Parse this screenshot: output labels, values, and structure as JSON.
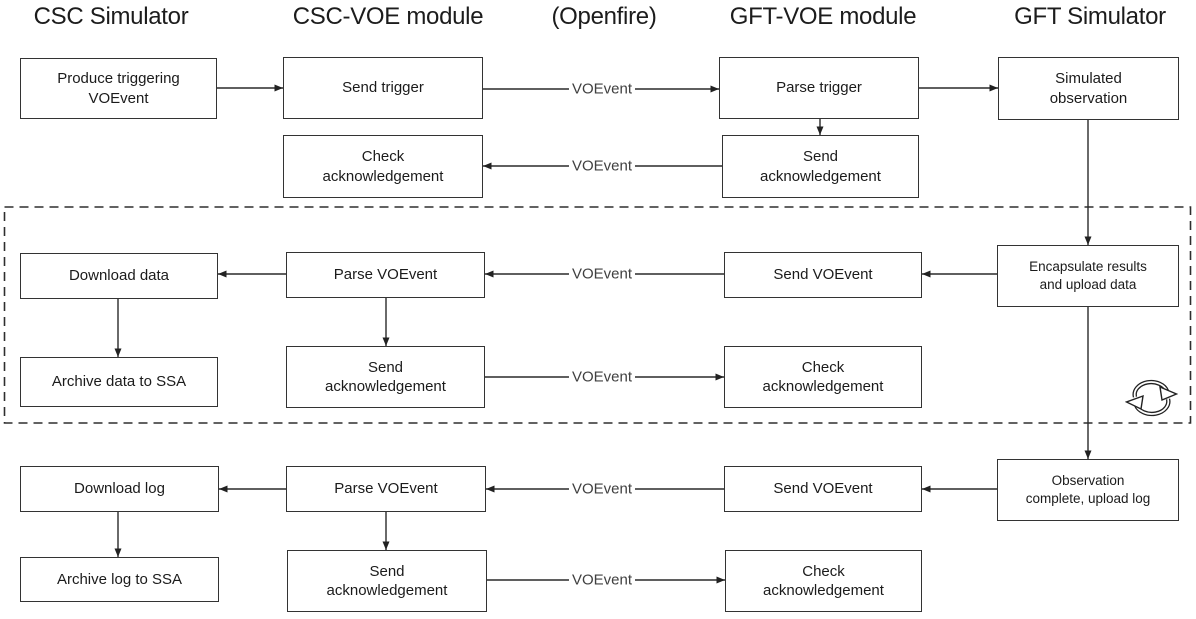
{
  "diagram": {
    "columns": [
      {
        "label": "CSC Simulator"
      },
      {
        "label": "CSC-VOE module"
      },
      {
        "label": "(Openfire)"
      },
      {
        "label": "GFT-VOE module"
      },
      {
        "label": "GFT Simulator"
      }
    ],
    "nodes": [
      {
        "id": "produce-triggering-voevent",
        "label": "Produce triggering VOEvent"
      },
      {
        "id": "send-trigger",
        "label": "Send trigger"
      },
      {
        "id": "parse-trigger",
        "label": "Parse trigger"
      },
      {
        "id": "simulated-observation",
        "label": "Simulated observation"
      },
      {
        "id": "check-acknowledgement-csc-trigger",
        "label": "Check acknowledgement"
      },
      {
        "id": "send-acknowledgement-gft-trigger",
        "label": "Send acknowledgement"
      },
      {
        "id": "download-data",
        "label": "Download data"
      },
      {
        "id": "parse-voevent-data",
        "label": "Parse VOEvent"
      },
      {
        "id": "send-voevent-data",
        "label": "Send VOEvent"
      },
      {
        "id": "encapsulate-results",
        "label": "Encapsulate results and upload data"
      },
      {
        "id": "archive-data-to-ssa",
        "label": "Archive data to SSA"
      },
      {
        "id": "send-acknowledgement-csc-data",
        "label": "Send acknowledgement"
      },
      {
        "id": "check-acknowledgement-gft-data",
        "label": "Check acknowledgement"
      },
      {
        "id": "download-log",
        "label": "Download log"
      },
      {
        "id": "parse-voevent-log",
        "label": "Parse VOEvent"
      },
      {
        "id": "send-voevent-log",
        "label": "Send VOEvent"
      },
      {
        "id": "observation-complete",
        "label": "Observation complete, upload log"
      },
      {
        "id": "archive-log-to-ssa",
        "label": "Archive log to SSA"
      },
      {
        "id": "send-acknowledgement-csc-log",
        "label": "Send acknowledgement"
      },
      {
        "id": "check-acknowledgement-gft-log",
        "label": "Check acknowledgement"
      }
    ],
    "edge_labels": [
      {
        "label": "VOEvent"
      },
      {
        "label": "VOEvent"
      },
      {
        "label": "VOEvent"
      },
      {
        "label": "VOEvent"
      },
      {
        "label": "VOEvent"
      },
      {
        "label": "VOEvent"
      }
    ],
    "icons": {
      "loop": "sync-loop"
    },
    "colors": {
      "line": "#333333",
      "box_border": "#333333",
      "text": "#1b1b1b",
      "edge_label_text": "#404040",
      "background": "#ffffff"
    }
  }
}
